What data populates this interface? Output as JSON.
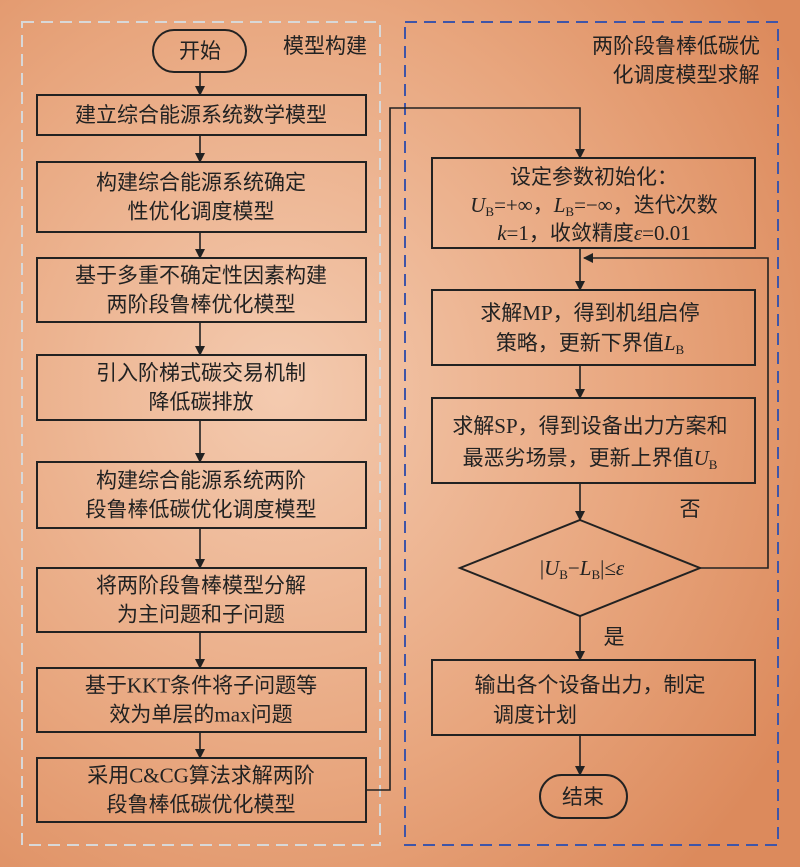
{
  "left_panel": {
    "title": "模型构建",
    "start": "开始",
    "steps": [
      [
        "建立综合能源系统数学模型"
      ],
      [
        "构建综合能源系统确定",
        "性优化调度模型"
      ],
      [
        "基于多重不确定性因素构建",
        "两阶段鲁棒优化模型"
      ],
      [
        "引入阶梯式碳交易机制",
        "降低碳排放"
      ],
      [
        "构建综合能源系统两阶",
        "段鲁棒低碳优化调度模型"
      ],
      [
        "将两阶段鲁棒模型分解",
        "为主问题和子问题"
      ],
      [
        "基于KKT条件将子问题等",
        "效为单层的max问题"
      ],
      [
        "采用C&CG算法求解两阶",
        "段鲁棒低碳优化模型"
      ]
    ]
  },
  "right_panel": {
    "title_lines": [
      "两阶段鲁棒低碳优",
      "化调度模型求解"
    ],
    "init": {
      "line1": "设定参数初始化：",
      "u": "U",
      "b": "B",
      "u_val": "=+∞，",
      "l": "L",
      "l_val": "=−∞，迭代次数",
      "k": "k",
      "k_val": "=1，收敛精度",
      "eps": "ε",
      "eps_val": "=0.01"
    },
    "mp": {
      "line1": "求解MP，得到机组启停",
      "line2": "策略，更新下界值",
      "var": "L",
      "sub": "B"
    },
    "sp": {
      "line1": "求解SP，得到设备出力方案和",
      "line2": "最恶劣场景，更新上界值",
      "var": "U",
      "sub": "B"
    },
    "decision": {
      "open": "|",
      "u": "U",
      "b": "B",
      "minus": "−",
      "l": "L",
      "close": "|≤",
      "eps": "ε"
    },
    "no_label": "否",
    "yes_label": "是",
    "output": [
      "输出各个设备出力，制定",
      "调度计划"
    ],
    "end": "结束"
  },
  "colors": {
    "bg_center": "#f3c7a8",
    "bg_edge": "#df9064",
    "left_border": "#d8d8d8",
    "right_border": "#3f55a8"
  }
}
